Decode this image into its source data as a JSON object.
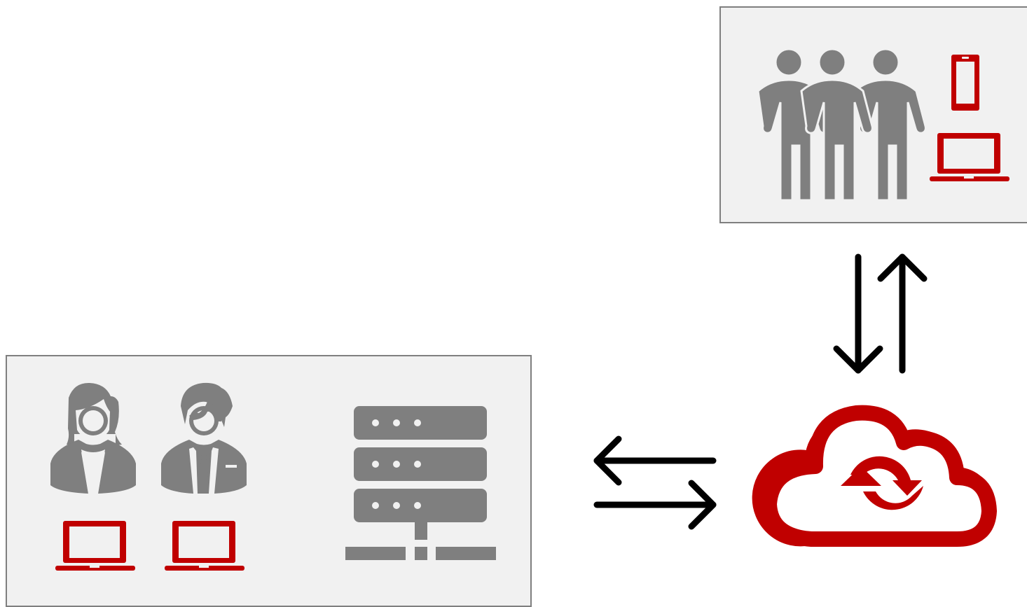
{
  "colors": {
    "gray_icon": "#7f7f7f",
    "red_accent": "#c00000",
    "arrow": "#000000",
    "panel_fill": "#f1f1f1",
    "panel_border": "#7f7f7f"
  },
  "nodes": [
    {
      "id": "remote-group",
      "icons": [
        "group-of-people-icon",
        "smartphone-icon",
        "laptop-icon"
      ]
    },
    {
      "id": "cloud-sync",
      "icons": [
        "cloud-sync-icon"
      ]
    },
    {
      "id": "office",
      "icons": [
        "businesswoman-icon",
        "businessman-icon",
        "laptop-icon",
        "laptop-icon",
        "server-rack-icon"
      ]
    }
  ],
  "edges": [
    {
      "from": "remote-group",
      "to": "cloud-sync",
      "direction": "bidirectional"
    },
    {
      "from": "office",
      "to": "cloud-sync",
      "direction": "bidirectional"
    }
  ]
}
